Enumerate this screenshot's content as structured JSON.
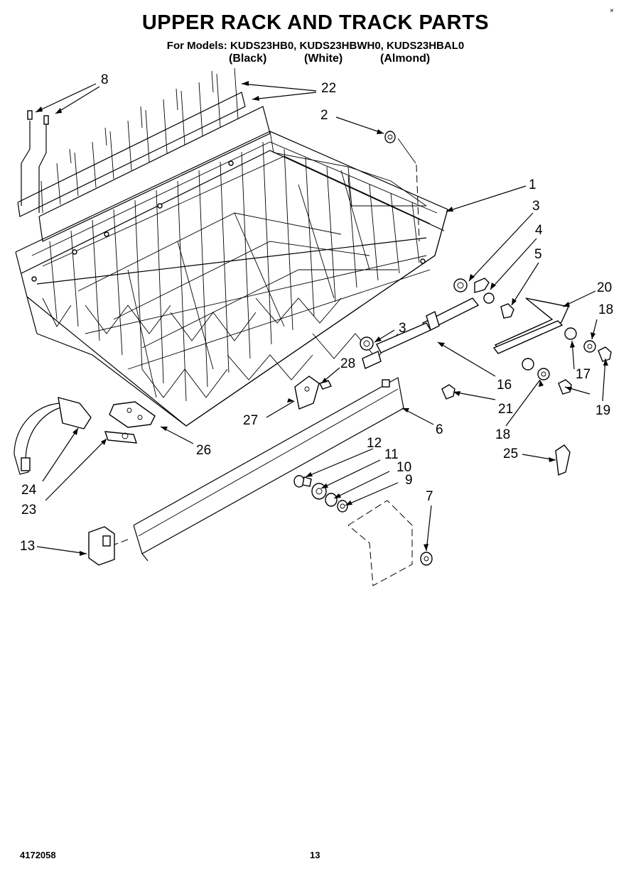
{
  "header": {
    "title": "UPPER RACK AND TRACK PARTS",
    "models_line": "For Models: KUDS23HB0, KUDS23HBWH0, KUDS23HBAL0",
    "variants": [
      "(Black)",
      "(White)",
      "(Almond)"
    ]
  },
  "footer": {
    "doc_code": "4172058",
    "page": "13"
  },
  "corner_mark": "×",
  "callouts": [
    {
      "id": "c8",
      "label": "8"
    },
    {
      "id": "c22",
      "label": "22"
    },
    {
      "id": "c2",
      "label": "2"
    },
    {
      "id": "c1",
      "label": "1"
    },
    {
      "id": "c3a",
      "label": "3"
    },
    {
      "id": "c4",
      "label": "4"
    },
    {
      "id": "c5",
      "label": "5"
    },
    {
      "id": "c20",
      "label": "20"
    },
    {
      "id": "c18a",
      "label": "18"
    },
    {
      "id": "c3b",
      "label": "3"
    },
    {
      "id": "c17",
      "label": "17"
    },
    {
      "id": "c16",
      "label": "16"
    },
    {
      "id": "c19",
      "label": "19"
    },
    {
      "id": "c18b",
      "label": "18"
    },
    {
      "id": "c21",
      "label": "21"
    },
    {
      "id": "c28",
      "label": "28"
    },
    {
      "id": "c27",
      "label": "27"
    },
    {
      "id": "c6",
      "label": "6"
    },
    {
      "id": "c26",
      "label": "26"
    },
    {
      "id": "c25",
      "label": "25"
    },
    {
      "id": "c12",
      "label": "12"
    },
    {
      "id": "c11",
      "label": "11"
    },
    {
      "id": "c10",
      "label": "10"
    },
    {
      "id": "c9",
      "label": "9"
    },
    {
      "id": "c7",
      "label": "7"
    },
    {
      "id": "c24",
      "label": "24"
    },
    {
      "id": "c23",
      "label": "23"
    },
    {
      "id": "c13",
      "label": "13"
    }
  ]
}
